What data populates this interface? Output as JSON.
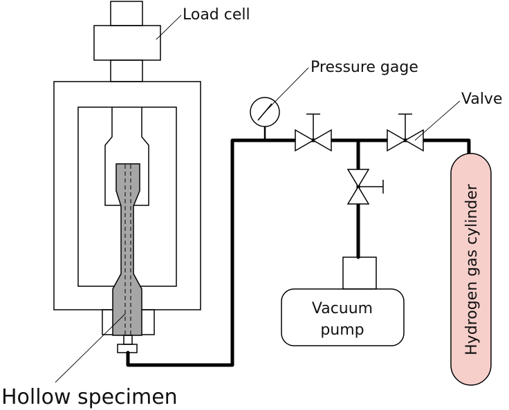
{
  "labels": {
    "load_cell": "Load cell",
    "pressure_gage": "Pressure gage",
    "valve": "Valve",
    "vacuum_pump_line1": "Vacuum",
    "vacuum_pump_line2": "pump",
    "hydrogen_cylinder": "Hydrogen gas cylinder",
    "hollow_specimen": "Hollow specimen"
  },
  "colors": {
    "specimen_fill": "#a6a6a6",
    "cylinder_fill": "#f6cfcb",
    "line": "#000000"
  }
}
